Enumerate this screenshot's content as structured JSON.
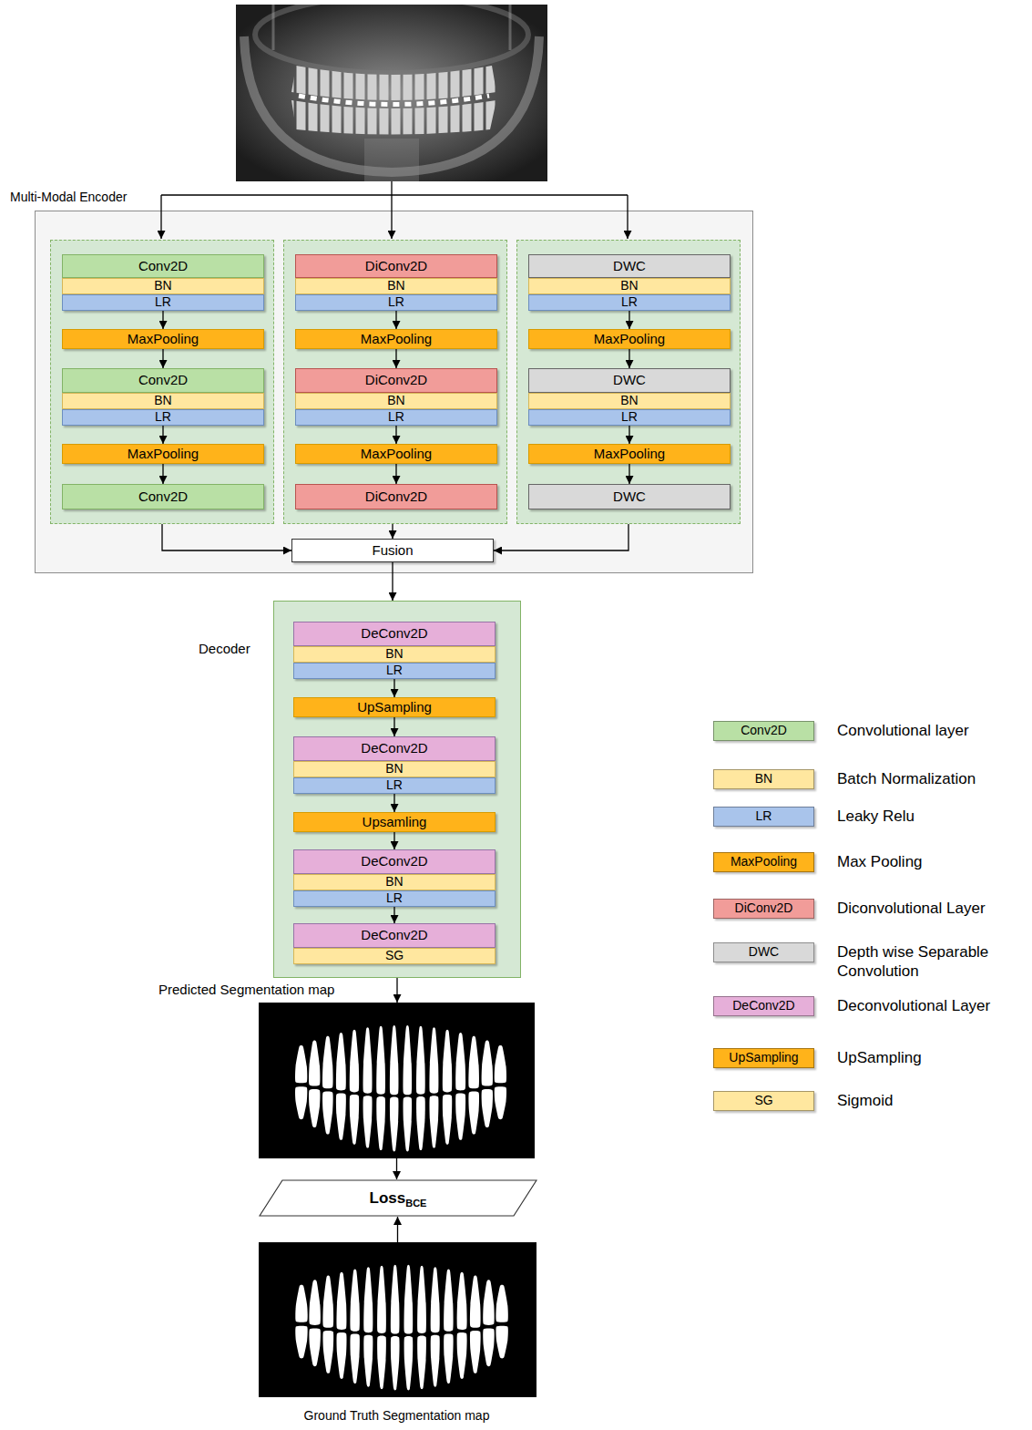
{
  "diagram": {
    "nodes": [
      {
        "text": [
          "Multi-Modal Encoder"
        ]
      },
      {
        "text": [],
        "in": 0
      },
      {
        "text": [
          "Conv2D"
        ],
        "in": 1
      },
      {
        "text": [
          "BN"
        ],
        "in": 1
      },
      {
        "text": [
          "LR"
        ],
        "in": 1
      },
      {
        "text": [
          "MaxPooling"
        ],
        "in": 1
      },
      {
        "text": [
          "Conv2D"
        ],
        "in": 1
      },
      {
        "text": [
          "BN"
        ],
        "in": 1
      },
      {
        "text": [
          "LR"
        ],
        "in": 1
      },
      {
        "text": [
          "MaxPooling"
        ],
        "in": 1
      },
      {
        "text": [
          "Conv2D"
        ],
        "in": 1
      },
      {
        "text": [],
        "in": 0
      },
      {
        "text": [
          "DiConv2D"
        ],
        "in": 11
      },
      {
        "text": [
          "BN"
        ],
        "in": 11
      },
      {
        "text": [
          "LR"
        ],
        "in": 11
      },
      {
        "text": [
          "MaxPooling"
        ],
        "in": 11
      },
      {
        "text": [
          "DiConv2D"
        ],
        "in": 11
      },
      {
        "text": [
          "BN"
        ],
        "in": 11
      },
      {
        "text": [
          "LR"
        ],
        "in": 11
      },
      {
        "text": [
          "MaxPooling"
        ],
        "in": 11
      },
      {
        "text": [
          "DiConv2D"
        ],
        "in": 11
      },
      {
        "text": [],
        "in": 0
      },
      {
        "text": [
          "DWC"
        ],
        "in": 21
      },
      {
        "text": [
          "BN"
        ],
        "in": 21
      },
      {
        "text": [
          "LR"
        ],
        "in": 21
      },
      {
        "text": [
          "MaxPooling"
        ],
        "in": 21
      },
      {
        "text": [
          "DWC"
        ],
        "in": 21
      },
      {
        "text": [
          "BN"
        ],
        "in": 21
      },
      {
        "text": [
          "LR"
        ],
        "in": 21
      },
      {
        "text": [
          "MaxPooling"
        ],
        "in": 21
      },
      {
        "text": [
          "DWC"
        ],
        "in": 21
      },
      {
        "text": [
          "Fusion"
        ],
        "in": 0
      },
      {
        "text": [
          "Decoder"
        ]
      },
      {
        "text": [
          "DeConv2D"
        ],
        "in": 32
      },
      {
        "text": [
          "BN"
        ],
        "in": 32
      },
      {
        "text": [
          "LR"
        ],
        "in": 32
      },
      {
        "text": [
          "UpSampling"
        ],
        "in": 32
      },
      {
        "text": [
          "DeConv2D"
        ],
        "in": 32
      },
      {
        "text": [
          "BN"
        ],
        "in": 32
      },
      {
        "text": [
          "LR"
        ],
        "in": 32
      },
      {
        "text": [
          "Upsamling"
        ],
        "in": 32
      },
      {
        "text": [
          "DeConv2D"
        ],
        "in": 32
      },
      {
        "text": [
          "BN"
        ],
        "in": 32
      },
      {
        "text": [
          "LR"
        ],
        "in": 32
      },
      {
        "text": [
          "DeConv2D"
        ],
        "in": 32
      },
      {
        "text": [
          "SG"
        ],
        "in": 32
      },
      {
        "text": [
          "Predicted Segmentation map"
        ]
      },
      {
        "text": [
          "Loss",
          "BCE"
        ]
      },
      {
        "text": [
          "Ground Truth Segmentation map"
        ]
      }
    ],
    "edges": [
      {
        "from": 4,
        "to": 5,
        "arrow": "to"
      },
      {
        "from": 5,
        "to": 6,
        "arrow": "to"
      },
      {
        "from": 8,
        "to": 9,
        "arrow": "to"
      },
      {
        "from": 9,
        "to": 10,
        "arrow": "to"
      },
      {
        "from": 14,
        "to": 15,
        "arrow": "to"
      },
      {
        "from": 15,
        "to": 16,
        "arrow": "to"
      },
      {
        "from": 18,
        "to": 19,
        "arrow": "to"
      },
      {
        "from": 19,
        "to": 20,
        "arrow": "to"
      },
      {
        "from": 24,
        "to": 25,
        "arrow": "to"
      },
      {
        "from": 25,
        "to": 26,
        "arrow": "to"
      },
      {
        "from": 28,
        "to": 29,
        "arrow": "to"
      },
      {
        "from": 29,
        "to": 30,
        "arrow": "to"
      },
      {
        "from": 1,
        "to": 31,
        "arrow": "to"
      },
      {
        "from": 11,
        "to": 31,
        "arrow": "to"
      },
      {
        "from": 21,
        "to": 31,
        "arrow": "to"
      },
      {
        "from": 31,
        "to": 32,
        "arrow": "to"
      },
      {
        "from": 35,
        "to": 36,
        "arrow": "to"
      },
      {
        "from": 36,
        "to": 37,
        "arrow": "to"
      },
      {
        "from": 39,
        "to": 40,
        "arrow": "to"
      },
      {
        "from": 40,
        "to": 41,
        "arrow": "to"
      },
      {
        "from": 43,
        "to": 44,
        "arrow": "to"
      },
      {
        "from": 32,
        "to": 46,
        "arrow": "to"
      },
      {
        "from": 46,
        "to": 47,
        "arrow": "to"
      },
      {
        "from": 48,
        "to": 47,
        "arrow": "to"
      }
    ],
    "labels": [
      "Conv2D",
      "BN",
      "LR",
      "MaxPooling",
      "DiConv2D",
      "DWC",
      "DeConv2D",
      "UpSampling",
      "SG"
    ],
    "legend": [
      {
        "text": "Convolutional layer",
        "color": "#b9e0a5"
      },
      {
        "text": "Batch Normalization",
        "color": "#ffe79f"
      },
      {
        "text": "Leaky Relu",
        "color": "#a9c4eb"
      },
      {
        "text": "Max Pooling",
        "color": "#ffb31a"
      },
      {
        "text": "Diconvolutional Layer",
        "color": "#f19c99"
      },
      {
        "text": "Depth wise Separable Convolution",
        "color": "#d9d9d9"
      },
      {
        "text": "Deconvolutional Layer",
        "color": "#e6afd9"
      },
      {
        "text": "UpSampling",
        "color": "#ffb31a"
      },
      {
        "text": "Sigmoid",
        "color": "#ffe79f"
      }
    ]
  }
}
